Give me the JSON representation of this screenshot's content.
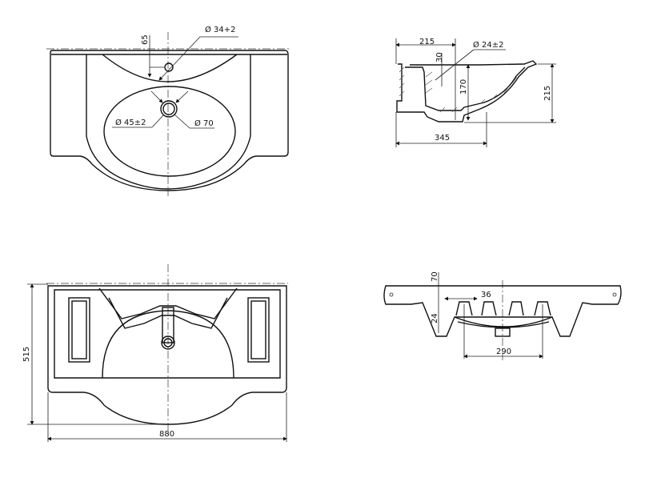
{
  "top_view": {
    "tap_hole": "Ø 34+2",
    "tap_offset": "65",
    "drain_inner": "Ø 45±2",
    "drain_outer": "Ø 70"
  },
  "side_section": {
    "depth_from_back": "215",
    "overflow_hole": "Ø 24±2",
    "overflow_offset": "30",
    "basin_depth": "170",
    "total_height": "215",
    "width": "345"
  },
  "underside_view": {
    "depth": "515",
    "width": "880"
  },
  "rear_view": {
    "top_offset": "70",
    "bracket_width": "36",
    "bracket_height": "24",
    "bracket_spacing": "290"
  }
}
